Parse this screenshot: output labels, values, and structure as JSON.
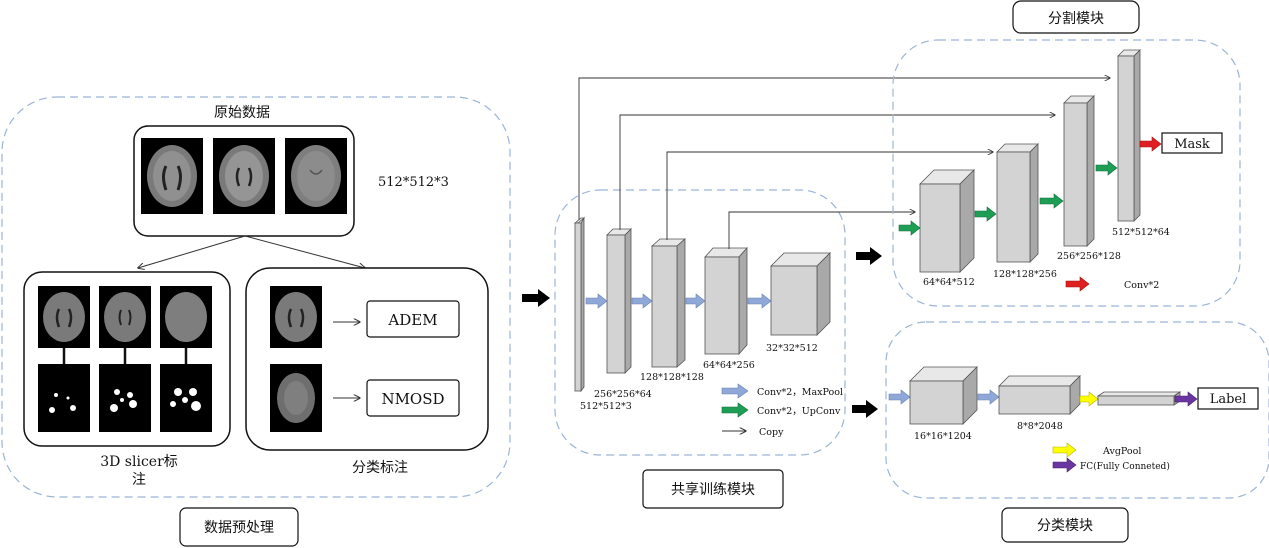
{
  "data_prep": {
    "section_label": "数据预处理",
    "raw_title": "原始数据",
    "raw_dims": "512*512*3",
    "slicer_label_line1": "3D slicer标",
    "slicer_label_line2": "注",
    "classify_label": "分类标注",
    "class_labels": [
      "ADEM",
      "NMOSD"
    ]
  },
  "shared": {
    "label": "共享训练模块",
    "dims": [
      "512*512*3",
      "256*256*64",
      "128*128*128",
      "64*64*256",
      "32*32*512"
    ],
    "legend": [
      {
        "text": "Conv*2，MaxPool",
        "color": "#8fa8d8"
      },
      {
        "text": "Conv*2，UpConv",
        "color": "#1e9e55"
      },
      {
        "text": "Copy",
        "color": "#222222"
      }
    ]
  },
  "segmentation": {
    "label": "分割模块",
    "dims": [
      "64*64*512",
      "128*128*256",
      "256*256*128",
      "512*512*64"
    ],
    "output_label": "Mask",
    "legend_text": "Conv*2",
    "legend_color": "#e02020"
  },
  "classification": {
    "label": "分类模块",
    "dims": [
      "16*16*1204",
      "8*8*2048"
    ],
    "output_label": "Label",
    "legend": [
      {
        "text": "AvgPool",
        "color": "#ffff00"
      },
      {
        "text": "FC(Fully Conneted)",
        "color": "#6a35a0"
      }
    ]
  },
  "colors": {
    "block_front": "#d3d3d3",
    "block_top": "#e8e8e8",
    "block_side": "#a9a9a9",
    "dashed_border": "#9bb4d6",
    "maxpool_arrow": "#8fa8d8",
    "upconv_arrow": "#1e9e55",
    "conv_arrow": "#e02020",
    "avgpool_arrow": "#ffff00",
    "fc_arrow": "#6a35a0"
  }
}
